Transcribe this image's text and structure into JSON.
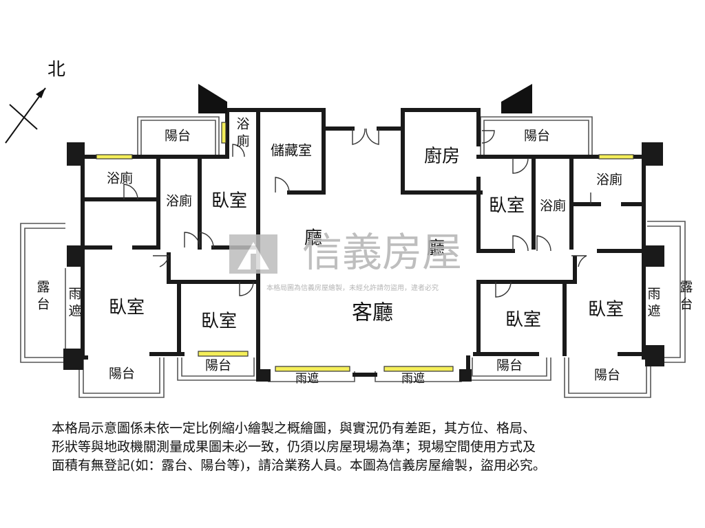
{
  "compass": {
    "label": "北"
  },
  "rooms": {
    "balcony_nw": "陽台",
    "bath_top": [
      "浴",
      "廁"
    ],
    "storage": "儲藏室",
    "kitchen": "廚房",
    "balcony_ne": "陽台",
    "bath_w1": "浴廁",
    "bath_w2": "浴廁",
    "bedroom_w1": "臥室",
    "hall_w": "廳",
    "hall_e": "廳",
    "bedroom_e1": "臥室",
    "bath_e1": "浴廁",
    "bath_e2": "浴廁",
    "terrace_w": [
      "露",
      "台"
    ],
    "awning_w": [
      "雨",
      "遮"
    ],
    "bedroom_w2": "臥室",
    "bedroom_w3": "臥室",
    "living": "客廳",
    "bedroom_e2": "臥室",
    "bedroom_e3": "臥室",
    "awning_e": [
      "雨",
      "遮"
    ],
    "terrace_e": [
      "露",
      "台"
    ],
    "balcony_sw1": "陽台",
    "balcony_sw2": "陽台",
    "awning_s1": "雨遮",
    "awning_s2": "雨遮",
    "balcony_se1": "陽台",
    "balcony_se2": "陽台"
  },
  "watermark": {
    "brand": "信義房屋",
    "notice": "本格局圖為信義房屋繪製，未經允許請勿盜用，違者必究"
  },
  "colors": {
    "wall": "#1a1a1a",
    "window": "#f4ee5a",
    "watermark": "#b8b8b8"
  },
  "disclaimer": {
    "line1": "本格局示意圖係未依一定比例縮小繪製之概繪圖，與實況仍有差距，其方位、格局、",
    "line2": "形狀等與地政機關測量成果圖未必一致，仍須以房屋現場為準；現場空間使用方式及",
    "line3": "面積有無登記(如：露台、陽台等)，請洽業務人員。本圖為信義房屋繪製，盜用必究。"
  }
}
